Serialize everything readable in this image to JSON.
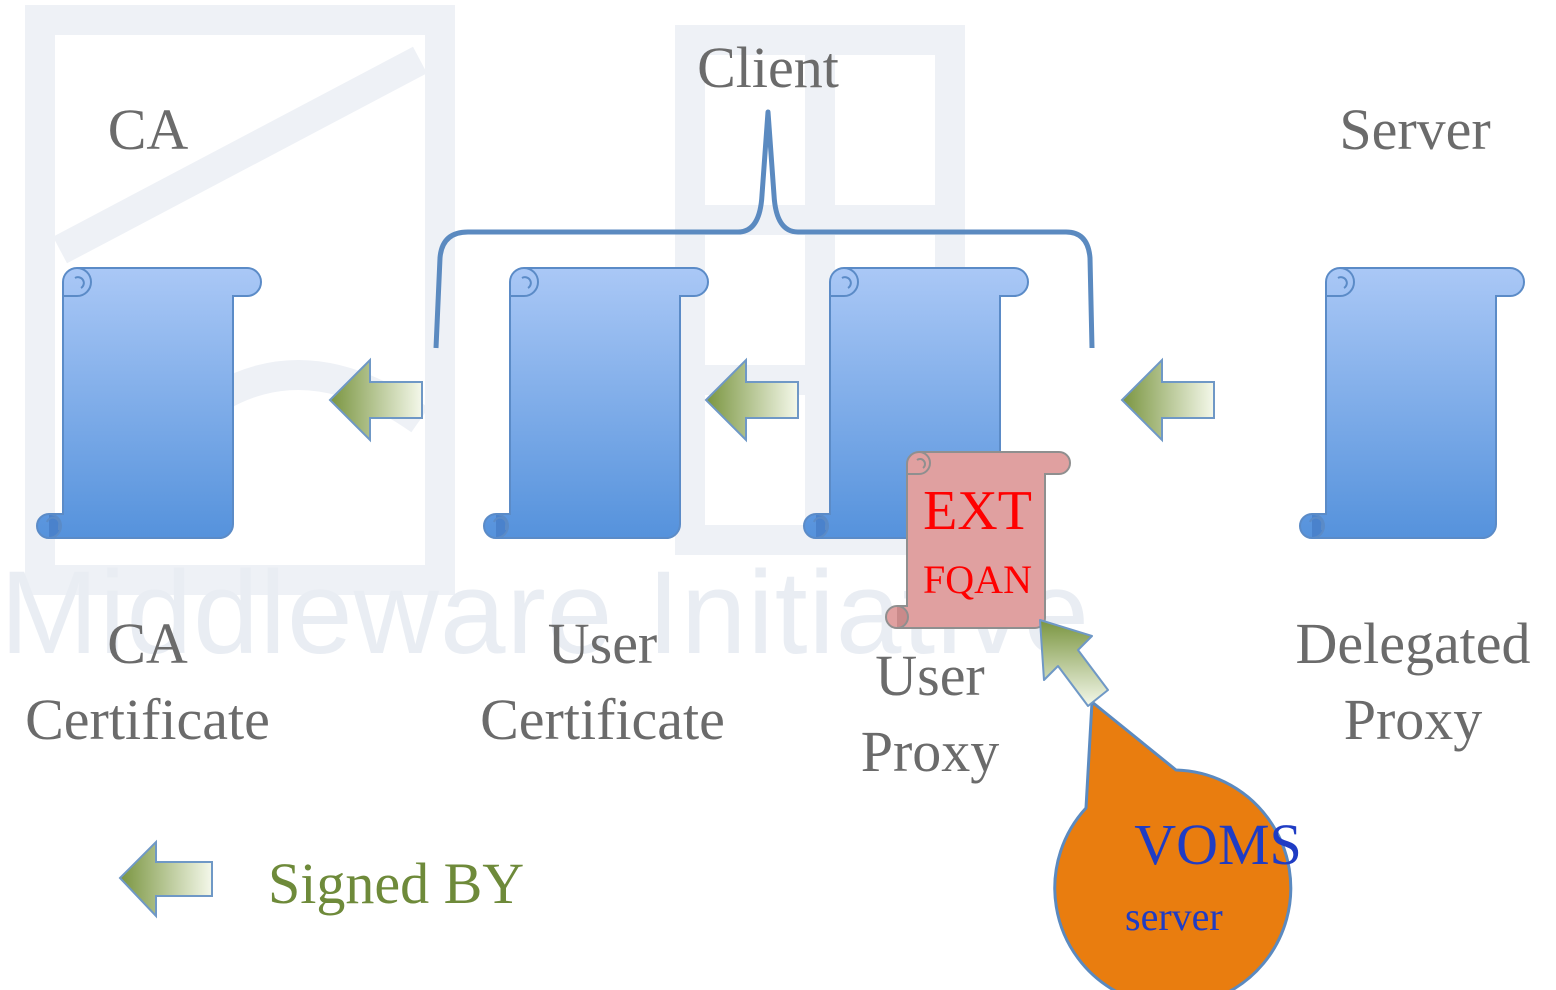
{
  "labels": {
    "client": "Client",
    "ca_top": "CA",
    "server": "Server",
    "ca_certificate": "CA\nCertificate",
    "user_certificate": "User\nCertificate",
    "user_proxy": "User\nProxy",
    "delegated_proxy": "Delegated\nProxy",
    "ext": "EXT",
    "fqan": "FQAN",
    "voms": "VOMS",
    "voms_server": "server",
    "legend": "Signed BY"
  },
  "watermark": {
    "text": "Middleware Initiative"
  },
  "colors": {
    "scroll_light": "#aac8f6",
    "scroll_dark": "#5592dc",
    "scroll_stroke": "#5b8bc7",
    "bracket": "#5b8ac0",
    "arrow_dark": "#7a9540",
    "arrow_light": "#f4f8ea",
    "arrow_stroke": "#6f98c6",
    "ext_scroll_fill": "#e0a0a0",
    "ext_text": "#ff0000",
    "voms_fill": "#e97d0f",
    "voms_stroke": "#5b8ac0",
    "voms_text": "#1f3cc4",
    "label_gray": "#6b6b6b",
    "legend_green": "#6e8a3a"
  }
}
